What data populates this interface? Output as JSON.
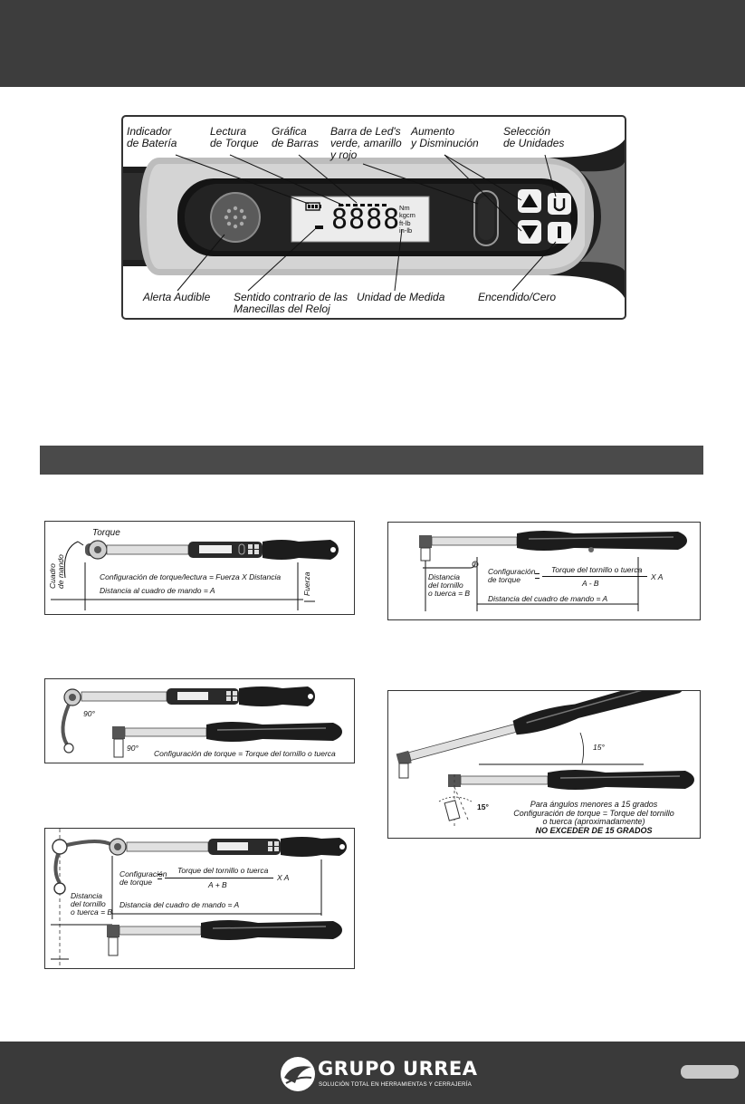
{
  "console": {
    "labels": {
      "battery": [
        "Indicador",
        "de Batería"
      ],
      "reading": [
        "Lectura",
        "de Torque"
      ],
      "bargraph": [
        "Gráfica",
        "de Barras"
      ],
      "ledbar": [
        "Barra de Led's",
        "verde, amarillo",
        "y rojo"
      ],
      "updown": [
        "Aumento",
        "y Disminución"
      ],
      "units_select": [
        "Selección",
        "de Unidades"
      ],
      "alert": "Alerta Audible",
      "ccw": [
        "Sentido contrario de las",
        "Manecillas del Reloj"
      ],
      "unit_measure": "Unidad de Medida",
      "power_zero": "Encendido/Cero"
    },
    "lcd": {
      "digits": "8888",
      "units": [
        "Nm",
        "kgcm",
        "ft-lb",
        "in-lb"
      ]
    }
  },
  "diagrams": {
    "d1": {
      "torque": "Torque",
      "drive": [
        "Cuadro",
        "de mando"
      ],
      "formula": "Configuración de torque/lectura = Fuerza X Distancia",
      "distance": "Distancia al cuadro de mando = A",
      "force": "Fuerza"
    },
    "d2": {
      "angle_top": "90°",
      "angle_bottom": "90°",
      "formula": "Configuración de torque = Torque del tornillo o tuerca"
    },
    "d3": {
      "config": [
        "Configuración",
        "de torque"
      ],
      "numerator": "Torque del tornillo o tuerca",
      "denominator": "A + B",
      "times": "X A",
      "bolt_distance": [
        "Distancia",
        "del tornillo",
        "o tuerca = B"
      ],
      "distance": "Distancia del cuadro de mando = A"
    },
    "d4": {
      "bolt_distance": [
        "Distancia",
        "del tornillo",
        "o tuerca = B"
      ],
      "config": [
        "Configuración",
        "de torque"
      ],
      "numerator": "Torque del tornillo o tuerca",
      "denominator": "A - B",
      "times": "X A",
      "distance": "Distancia del cuadro de mando = A"
    },
    "d5": {
      "angle_top": "15°",
      "angle_bottom": "15°",
      "lines": [
        "Para ángulos menores a 15 grados",
        "Configuración de torque = Torque del tornillo",
        "o tuerca (aproximadamente)"
      ],
      "warning": "NO EXCEDER DE 15 GRADOS"
    }
  },
  "footer": {
    "brand": "GRUPO URREA",
    "tagline": "SOLUCIÓN TOTAL EN HERRAMIENTAS Y CERRAJERÍA"
  }
}
